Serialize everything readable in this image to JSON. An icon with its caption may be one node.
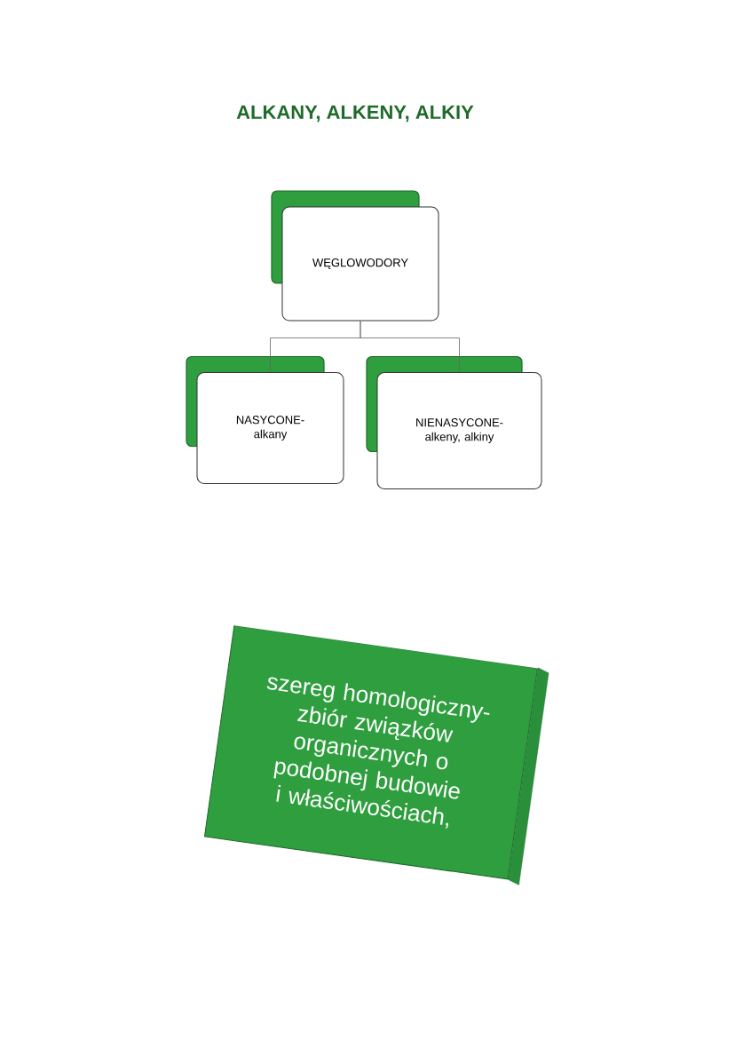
{
  "diagram": {
    "title": "ALKANY, ALKENY, ALKIY",
    "nodes": [
      {
        "text": [
          "WĘGLOWODORY"
        ]
      },
      {
        "text": [
          "NASYCONE- alkany"
        ]
      },
      {
        "text": [
          "NIENASYCONE- alkeny, alkiny"
        ]
      },
      {
        "text": [
          "szereg homologiczny- zbiór związków organicznych o podobnej budowie i właściwościach,"
        ]
      }
    ],
    "edges": [
      {
        "from": 0,
        "to": 1,
        "arrow": "none"
      },
      {
        "from": 0,
        "to": 2,
        "arrow": "none"
      }
    ]
  }
}
